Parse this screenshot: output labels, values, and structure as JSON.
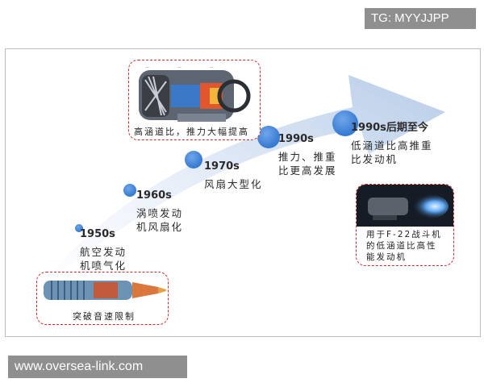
{
  "watermark_tag": "TG: MYYJJPP",
  "site_tag": "www.oversea-link.com",
  "stages": [
    {
      "year": "1950s",
      "desc": [
        "航空发动",
        "机喷气化"
      ]
    },
    {
      "year": "1960s",
      "desc": [
        "涡喷发动",
        "机风扇化"
      ]
    },
    {
      "year": "1970s",
      "desc": [
        "风扇大型化"
      ]
    },
    {
      "year": "1990s",
      "desc": [
        "推力、推重",
        "比更高发展"
      ]
    },
    {
      "year": "1990s后期至今",
      "desc": [
        "低涵道比高推重",
        "比发动机"
      ]
    }
  ],
  "boxes": {
    "early_engine": {
      "caption": "突破音速限制",
      "image": "early-jet-engine-photo"
    },
    "high_bypass": {
      "caption": "高涵道比，推力大幅提高",
      "image": "high-bypass-turbofan-cutaway"
    },
    "f22_engine": {
      "caption": [
        "用于F-22战斗机",
        "的低涵道比高性",
        "能发动机"
      ],
      "image": "afterburner-engine-test-photo"
    }
  },
  "colors": {
    "arrow_light": "#eef3fb",
    "arrow_dark": "#b8cde8",
    "dot": "#3f83d9",
    "dashed_border": "#d22a2a",
    "tag_bg": "#8f8f8f"
  }
}
